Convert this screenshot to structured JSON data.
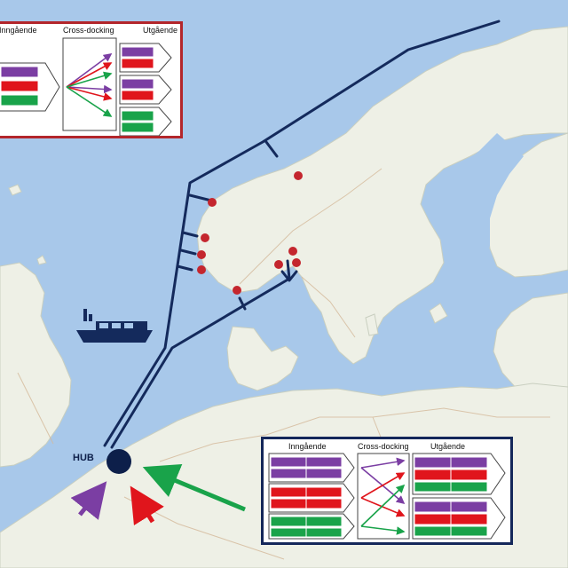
{
  "hub_label": "HUB",
  "colors": {
    "sea": "#a8c8ea",
    "land": "#eef0e6",
    "route": "#142a5c",
    "port_dot": "#c4262e",
    "purple": "#7b3ea3",
    "red": "#e0151c",
    "green": "#19a34a",
    "panel_top_border": "#b3262b",
    "panel_bottom_border": "#14275a"
  },
  "panel_top_left": {
    "inbound_label": "Inngående",
    "crossdock_label": "Cross-docking",
    "outbound_label": "Utgående"
  },
  "panel_bottom_right": {
    "inbound_label": "Inngående",
    "crossdock_label": "Cross-docking",
    "outbound_label": "Utgående"
  },
  "icons": [
    "ship-icon",
    "hub-marker",
    "port-marker",
    "inbound-arrow"
  ]
}
